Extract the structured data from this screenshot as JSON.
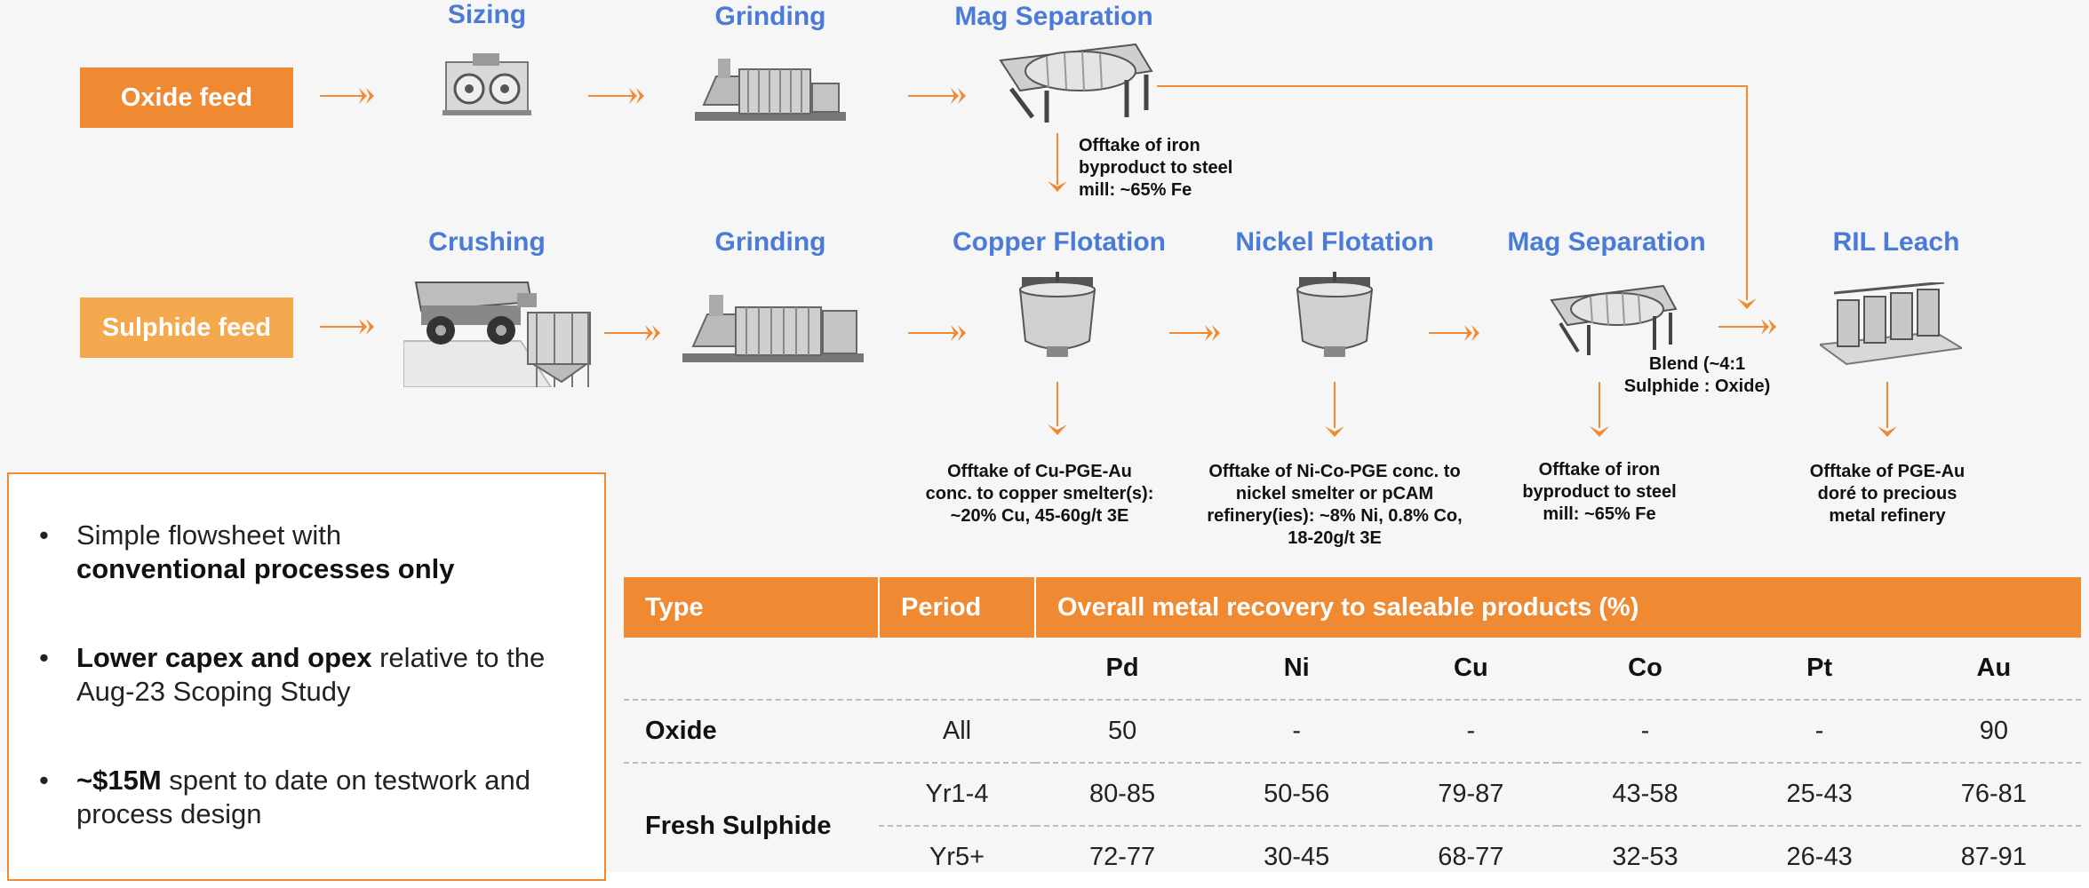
{
  "colors": {
    "accent": "#f08a32",
    "accent_light": "#f5a94e",
    "title_blue": "#4a7bd8"
  },
  "feeds": {
    "oxide": "Oxide feed",
    "sulphide": "Sulphide feed"
  },
  "oxide_stages": [
    "Sizing",
    "Grinding",
    "Mag Separation"
  ],
  "sulphide_stages": [
    "Crushing",
    "Grinding",
    "Copper Flotation",
    "Nickel Flotation",
    "Mag Separation",
    "RIL Leach"
  ],
  "oxide_offtake": [
    "Offtake of iron",
    "byproduct to steel",
    "mill: ~65% Fe"
  ],
  "blend": [
    "Blend (~4:1",
    "Sulphide : Oxide)"
  ],
  "offtakes": [
    [
      "Offtake of Cu-PGE-Au",
      "conc. to copper smelter(s):",
      "~20% Cu, 45-60g/t 3E"
    ],
    [
      "Offtake of Ni-Co-PGE conc. to",
      "nickel smelter or pCAM",
      "refinery(ies): ~8% Ni, 0.8% Co,",
      "18-20g/t 3E"
    ],
    [
      "Offtake of iron",
      "byproduct to steel",
      "mill: ~65% Fe"
    ],
    [
      "Offtake of PGE-Au",
      "doré to precious",
      "metal refinery"
    ]
  ],
  "bullets": [
    {
      "plain_before": "Simple flowsheet with",
      "bold": "conventional processes only",
      "plain_after": ""
    },
    {
      "plain_before": "",
      "bold": "Lower capex and opex",
      "plain_after": " relative to the Aug-23 Scoping Study"
    },
    {
      "plain_before": "",
      "bold": "~$15M",
      "plain_after": " spent to date on testwork and process design"
    }
  ],
  "table": {
    "headers": [
      "Type",
      "Period",
      "Overall metal recovery to saleable products (%)"
    ],
    "metals": [
      "Pd",
      "Ni",
      "Cu",
      "Co",
      "Pt",
      "Au"
    ],
    "rows": [
      {
        "type": "Oxide",
        "period": "All",
        "values": [
          "50",
          "-",
          "-",
          "-",
          "-",
          "90"
        ]
      },
      {
        "type": "Fresh Sulphide",
        "period": "Yr1-4",
        "values": [
          "80-85",
          "50-56",
          "79-87",
          "43-58",
          "25-43",
          "76-81"
        ]
      },
      {
        "type": "",
        "period": "Yr5+",
        "values": [
          "72-77",
          "30-45",
          "68-77",
          "32-53",
          "26-43",
          "87-91"
        ]
      }
    ]
  },
  "icons": [
    "sizer-icon",
    "grinding-mill-icon",
    "mag-separator-icon",
    "haul-truck-icon",
    "flotation-cell-icon",
    "leach-tanks-icon",
    "double-chevron-icon",
    "down-arrow-icon"
  ]
}
